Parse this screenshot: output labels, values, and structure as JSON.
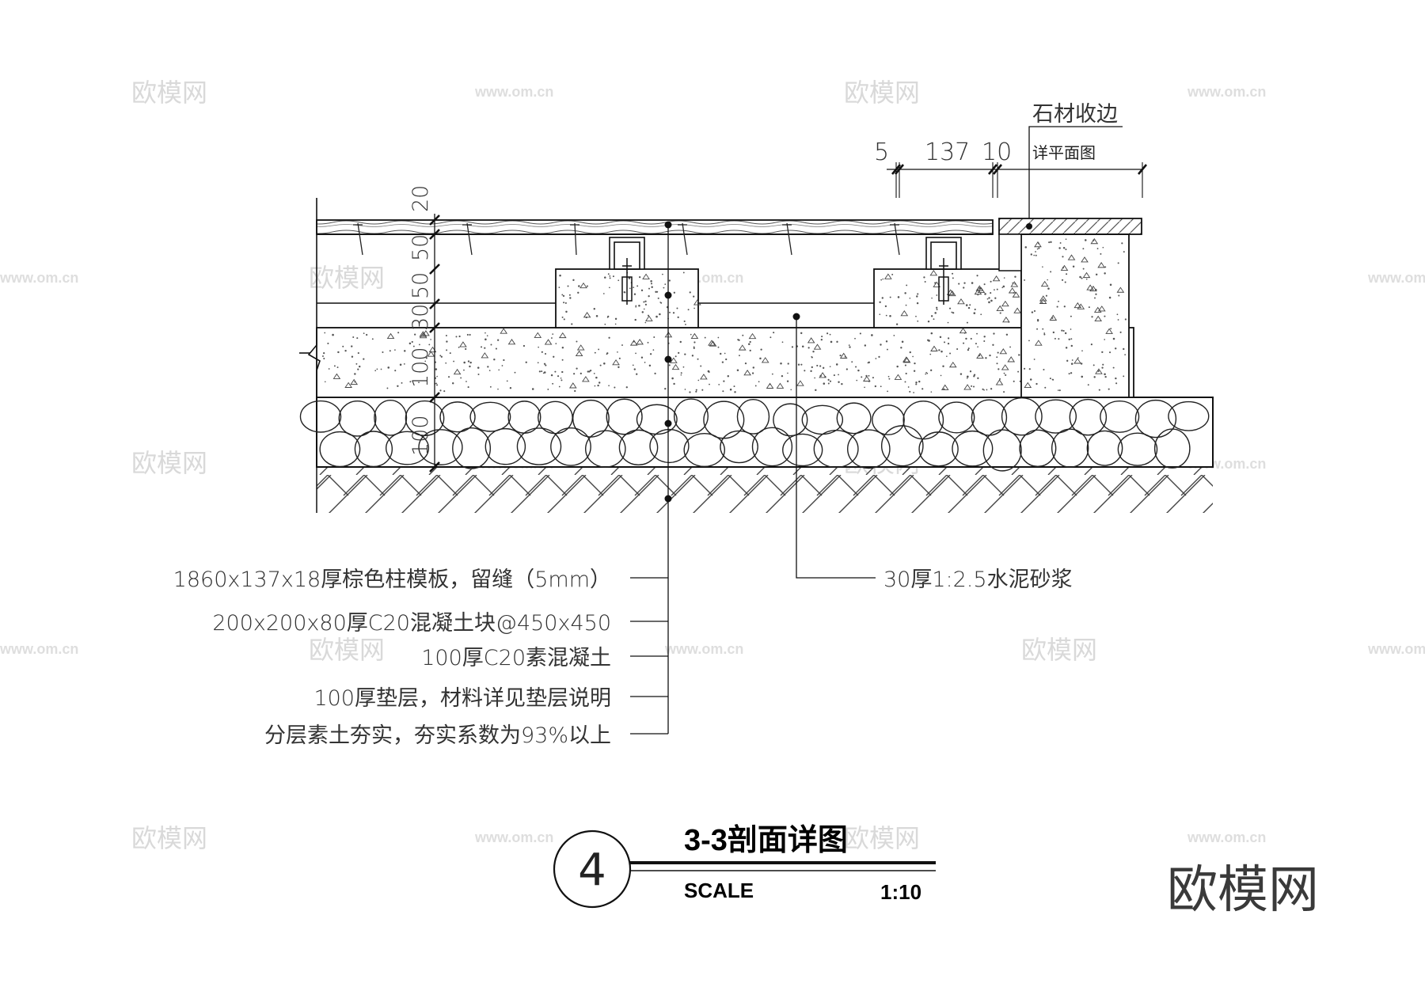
{
  "dimensions_top": [
    "5",
    "137",
    "10"
  ],
  "dimensions_left": [
    "20",
    "50",
    "50",
    "30",
    "100",
    "100"
  ],
  "edge_label": "石材收边",
  "edge_sublabel": "详平面图",
  "callouts_left": [
    "1860x137x18厚棕色柱模板，留缝（5mm）",
    "200x200x80厚C20混凝土块@450x450",
    "100厚C20素混凝土",
    "100厚垫层，材料详见垫层说明",
    "分层素土夯实，夯实系数为93%以上"
  ],
  "callout_right": "30厚1:2.5水泥砂浆",
  "title_block": {
    "number": "4",
    "title": "3-3剖面详图",
    "scale_label": "SCALE",
    "scale_value": "1:10"
  },
  "watermark": {
    "brand": "欧模网",
    "url": "www.om.cn"
  }
}
